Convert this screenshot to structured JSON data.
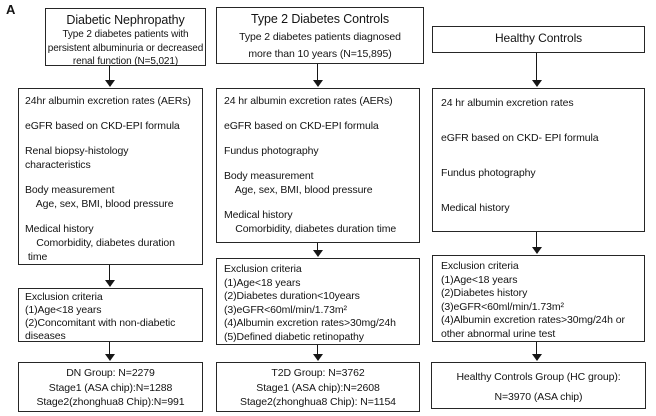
{
  "panel_label": "A",
  "line_color": "#262626",
  "background_color": "#ffffff",
  "columns": [
    {
      "name": "Diabetic Nephropathy",
      "header": {
        "title": "Diabetic Nephropathy",
        "lines": [
          "Type 2 diabetes patients with",
          "persistent albuminuria or decreased",
          "renal function (N=5,021)"
        ]
      },
      "assessments": {
        "groups": [
          [
            "24hr albumin excretion rates (AERs)"
          ],
          [
            "eGFR based on CKD-EPI formula"
          ],
          [
            "Renal biopsy-histology",
            "characteristics"
          ],
          [
            "Body measurement",
            "    Age, sex, BMI, blood pressure"
          ],
          [
            "Medical history",
            "    Comorbidity, diabetes duration",
            " time"
          ]
        ]
      },
      "exclusion": {
        "lines": [
          "Exclusion criteria",
          "(1)Age<18 years",
          "(2)Concomitant with non-diabetic",
          "diseases"
        ]
      },
      "result": {
        "lines": [
          "DN Group: N=2279",
          "Stage1 (ASA chip):N=1288",
          "Stage2(zhonghua8 Chip):N=991"
        ]
      }
    },
    {
      "name": "Type 2 Diabetes Controls",
      "header": {
        "title": "Type 2 Diabetes Controls",
        "lines": [
          "Type 2 diabetes patients diagnosed",
          "more than 10 years (N=15,895)"
        ]
      },
      "assessments": {
        "groups": [
          [
            "24 hr albumin excretion rates (AERs)"
          ],
          [
            "eGFR based on CKD-EPI formula"
          ],
          [
            "Fundus photography"
          ],
          [
            "Body measurement",
            "    Age, sex, BMI, blood pressure"
          ],
          [
            "Medical history",
            "    Comorbidity, diabetes duration time"
          ]
        ]
      },
      "exclusion": {
        "lines": [
          "Exclusion criteria",
          "(1)Age<18 years",
          "(2)Diabetes duration<10years",
          "(3)eGFR<60ml/min/1.73m²",
          "(4)Albumin excretion rates>30mg/24h",
          "(5)Defined diabetic retinopathy"
        ]
      },
      "result": {
        "lines": [
          "T2D Group: N=3762",
          "Stage1 (ASA chip):N=2608",
          "Stage2(zhonghua8 Chip): N=1154"
        ]
      }
    },
    {
      "name": "Healthy Controls",
      "header": {
        "title": "Healthy Controls",
        "lines": []
      },
      "assessments": {
        "groups": [
          [
            "24 hr albumin excretion rates"
          ],
          [
            "eGFR based on CKD- EPI formula"
          ],
          [
            "Fundus photography"
          ],
          [
            "Medical history"
          ]
        ]
      },
      "exclusion": {
        "lines": [
          "Exclusion criteria",
          "(1)Age<18 years",
          "(2)Diabetes history",
          "(3)eGFR<60ml/min/1.73m²",
          "(4)Albumin excretion rates>30mg/24h or",
          "other abnormal urine test"
        ]
      },
      "result": {
        "lines": [
          "Healthy Controls Group (HC group):",
          "N=3970 (ASA chip)"
        ]
      }
    }
  ]
}
